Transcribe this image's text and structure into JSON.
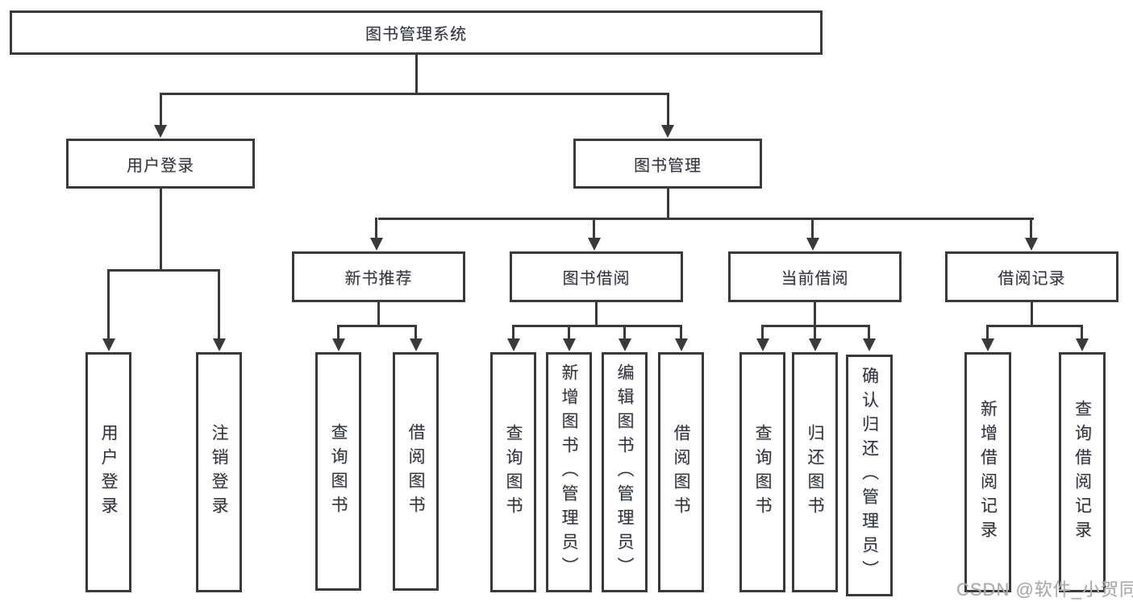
{
  "colors": {
    "line": "#3a3a3a",
    "text": "#333333",
    "background": "#ffffff",
    "watermark": "#ababab"
  },
  "watermark": {
    "text": "CSDN @软件_小贺同学"
  },
  "diagram": {
    "root": {
      "label": "图书管理系统"
    },
    "branches": [
      {
        "label": "用户登录",
        "children": [
          {
            "label": "用户登录"
          },
          {
            "label": "注销登录"
          }
        ]
      },
      {
        "label": "图书管理",
        "children": [
          {
            "label": "新书推荐",
            "children": [
              {
                "label": "查询图书"
              },
              {
                "label": "借阅图书"
              }
            ]
          },
          {
            "label": "图书借阅",
            "children": [
              {
                "label": "查询图书"
              },
              {
                "label": "新增图书（管理员）"
              },
              {
                "label": "编辑图书（管理员）"
              },
              {
                "label": "借阅图书"
              }
            ]
          },
          {
            "label": "当前借阅",
            "children": [
              {
                "label": "查询图书"
              },
              {
                "label": "归还图书"
              },
              {
                "label": "确认归还（管理员）"
              }
            ]
          },
          {
            "label": "借阅记录",
            "children": [
              {
                "label": "新增借阅记录"
              },
              {
                "label": "查询借阅记录"
              }
            ]
          }
        ]
      }
    ]
  }
}
